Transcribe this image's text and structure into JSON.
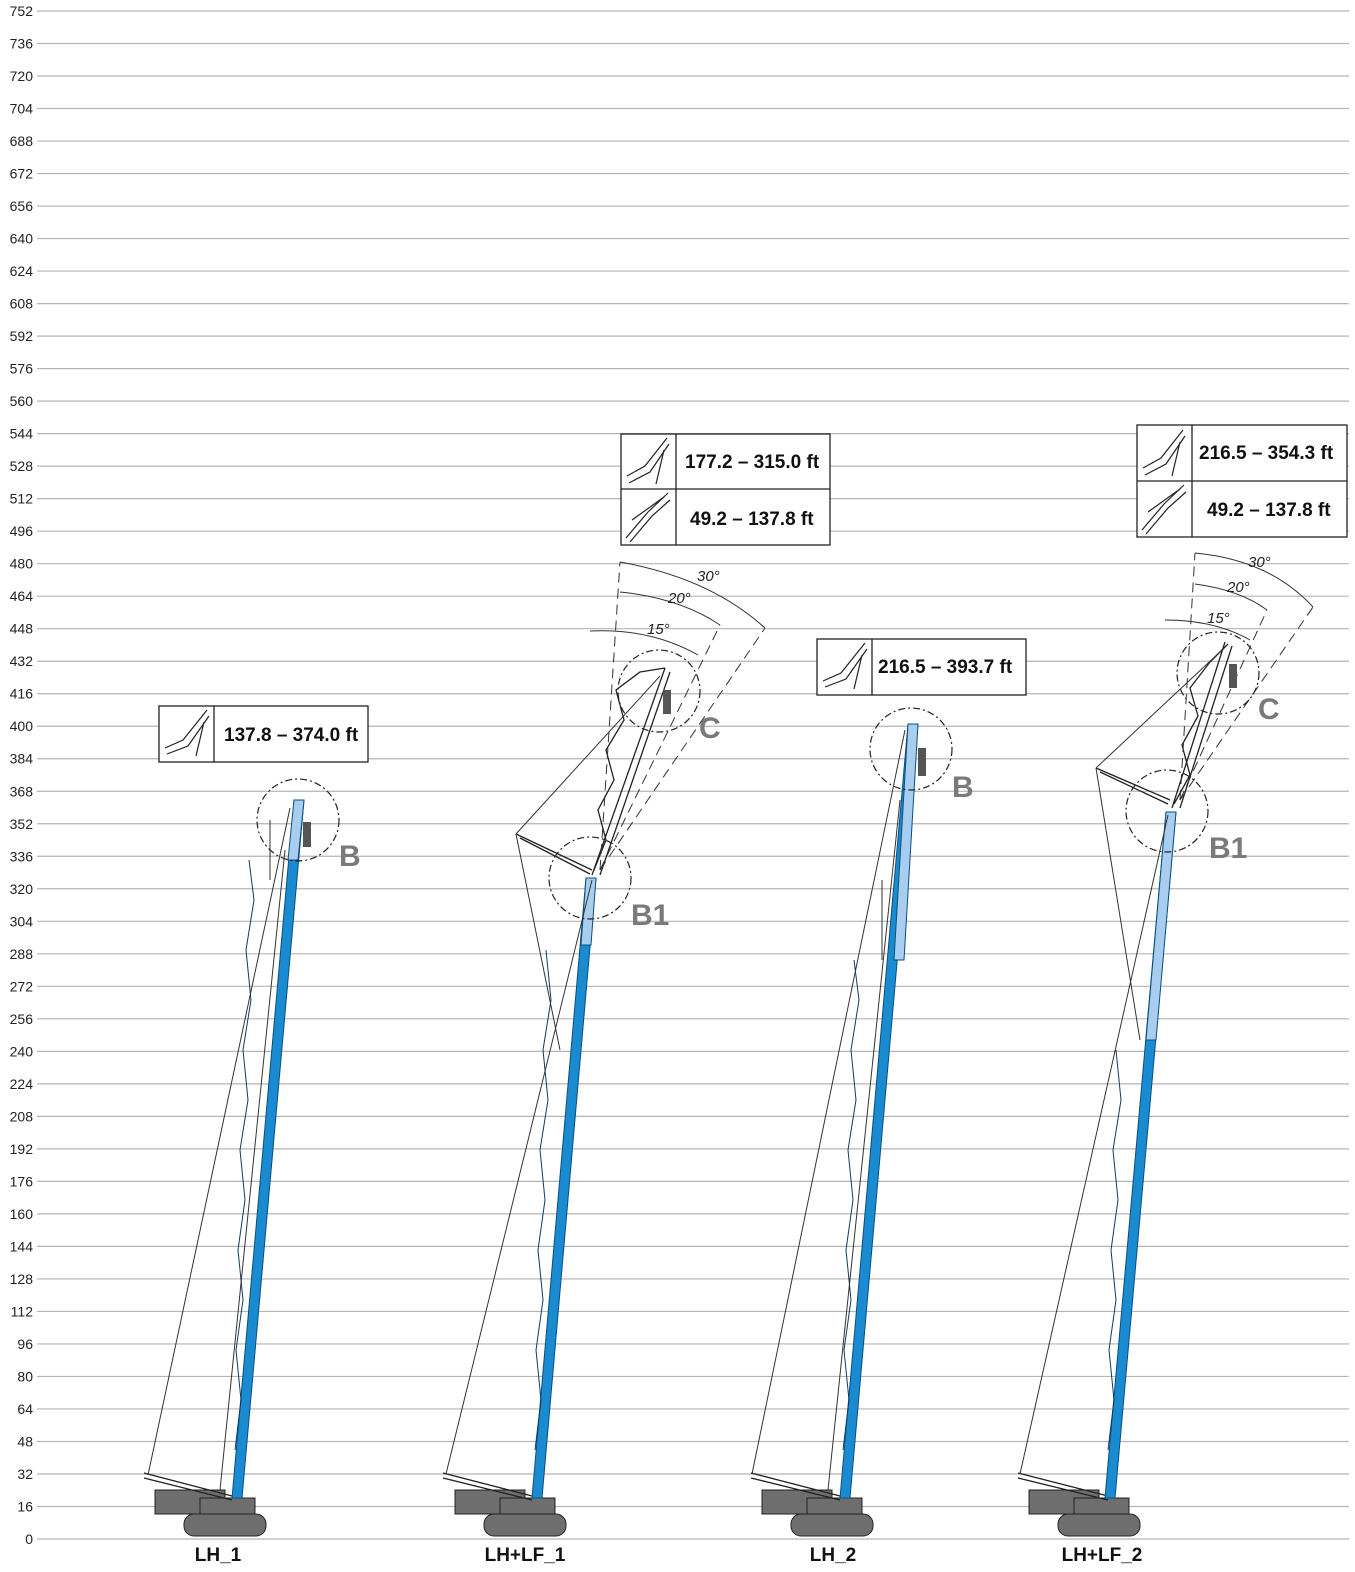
{
  "y_axis": {
    "ticks": [
      0,
      16,
      32,
      48,
      64,
      80,
      96,
      112,
      128,
      144,
      160,
      176,
      192,
      208,
      224,
      240,
      256,
      272,
      288,
      304,
      320,
      336,
      352,
      368,
      384,
      400,
      416,
      432,
      448,
      464,
      480,
      496,
      512,
      528,
      544,
      560,
      576,
      592,
      608,
      624,
      640,
      656,
      672,
      688,
      704,
      720,
      736,
      752
    ]
  },
  "colors": {
    "mast": "#1a8bd0",
    "mast_light": "#a9cdee",
    "grid": "#b5b5b5",
    "marker": "#7a7a7a"
  },
  "configurations": [
    {
      "label": "LH_1",
      "ranges": [
        {
          "icon": "luffing-mast-icon",
          "text": "137.8 – 374.0 ft"
        }
      ],
      "markers": [
        "B"
      ]
    },
    {
      "label": "LH+LF_1",
      "ranges": [
        {
          "icon": "mast-with-jib-icon",
          "text": "177.2 – 315.0 ft"
        },
        {
          "icon": "luffing-jib-icon",
          "text": "49.2 – 137.8 ft"
        }
      ],
      "markers": [
        "C",
        "B1"
      ],
      "angles": [
        "15°",
        "20°",
        "30°"
      ]
    },
    {
      "label": "LH_2",
      "ranges": [
        {
          "icon": "luffing-mast-icon",
          "text": "216.5 – 393.7 ft"
        }
      ],
      "markers": [
        "B"
      ]
    },
    {
      "label": "LH+LF_2",
      "ranges": [
        {
          "icon": "mast-with-jib-icon",
          "text": "216.5 – 354.3 ft"
        },
        {
          "icon": "luffing-jib-icon",
          "text": "49.2 – 137.8 ft"
        }
      ],
      "markers": [
        "C",
        "B1"
      ],
      "angles": [
        "15°",
        "20°",
        "30°"
      ]
    }
  ]
}
